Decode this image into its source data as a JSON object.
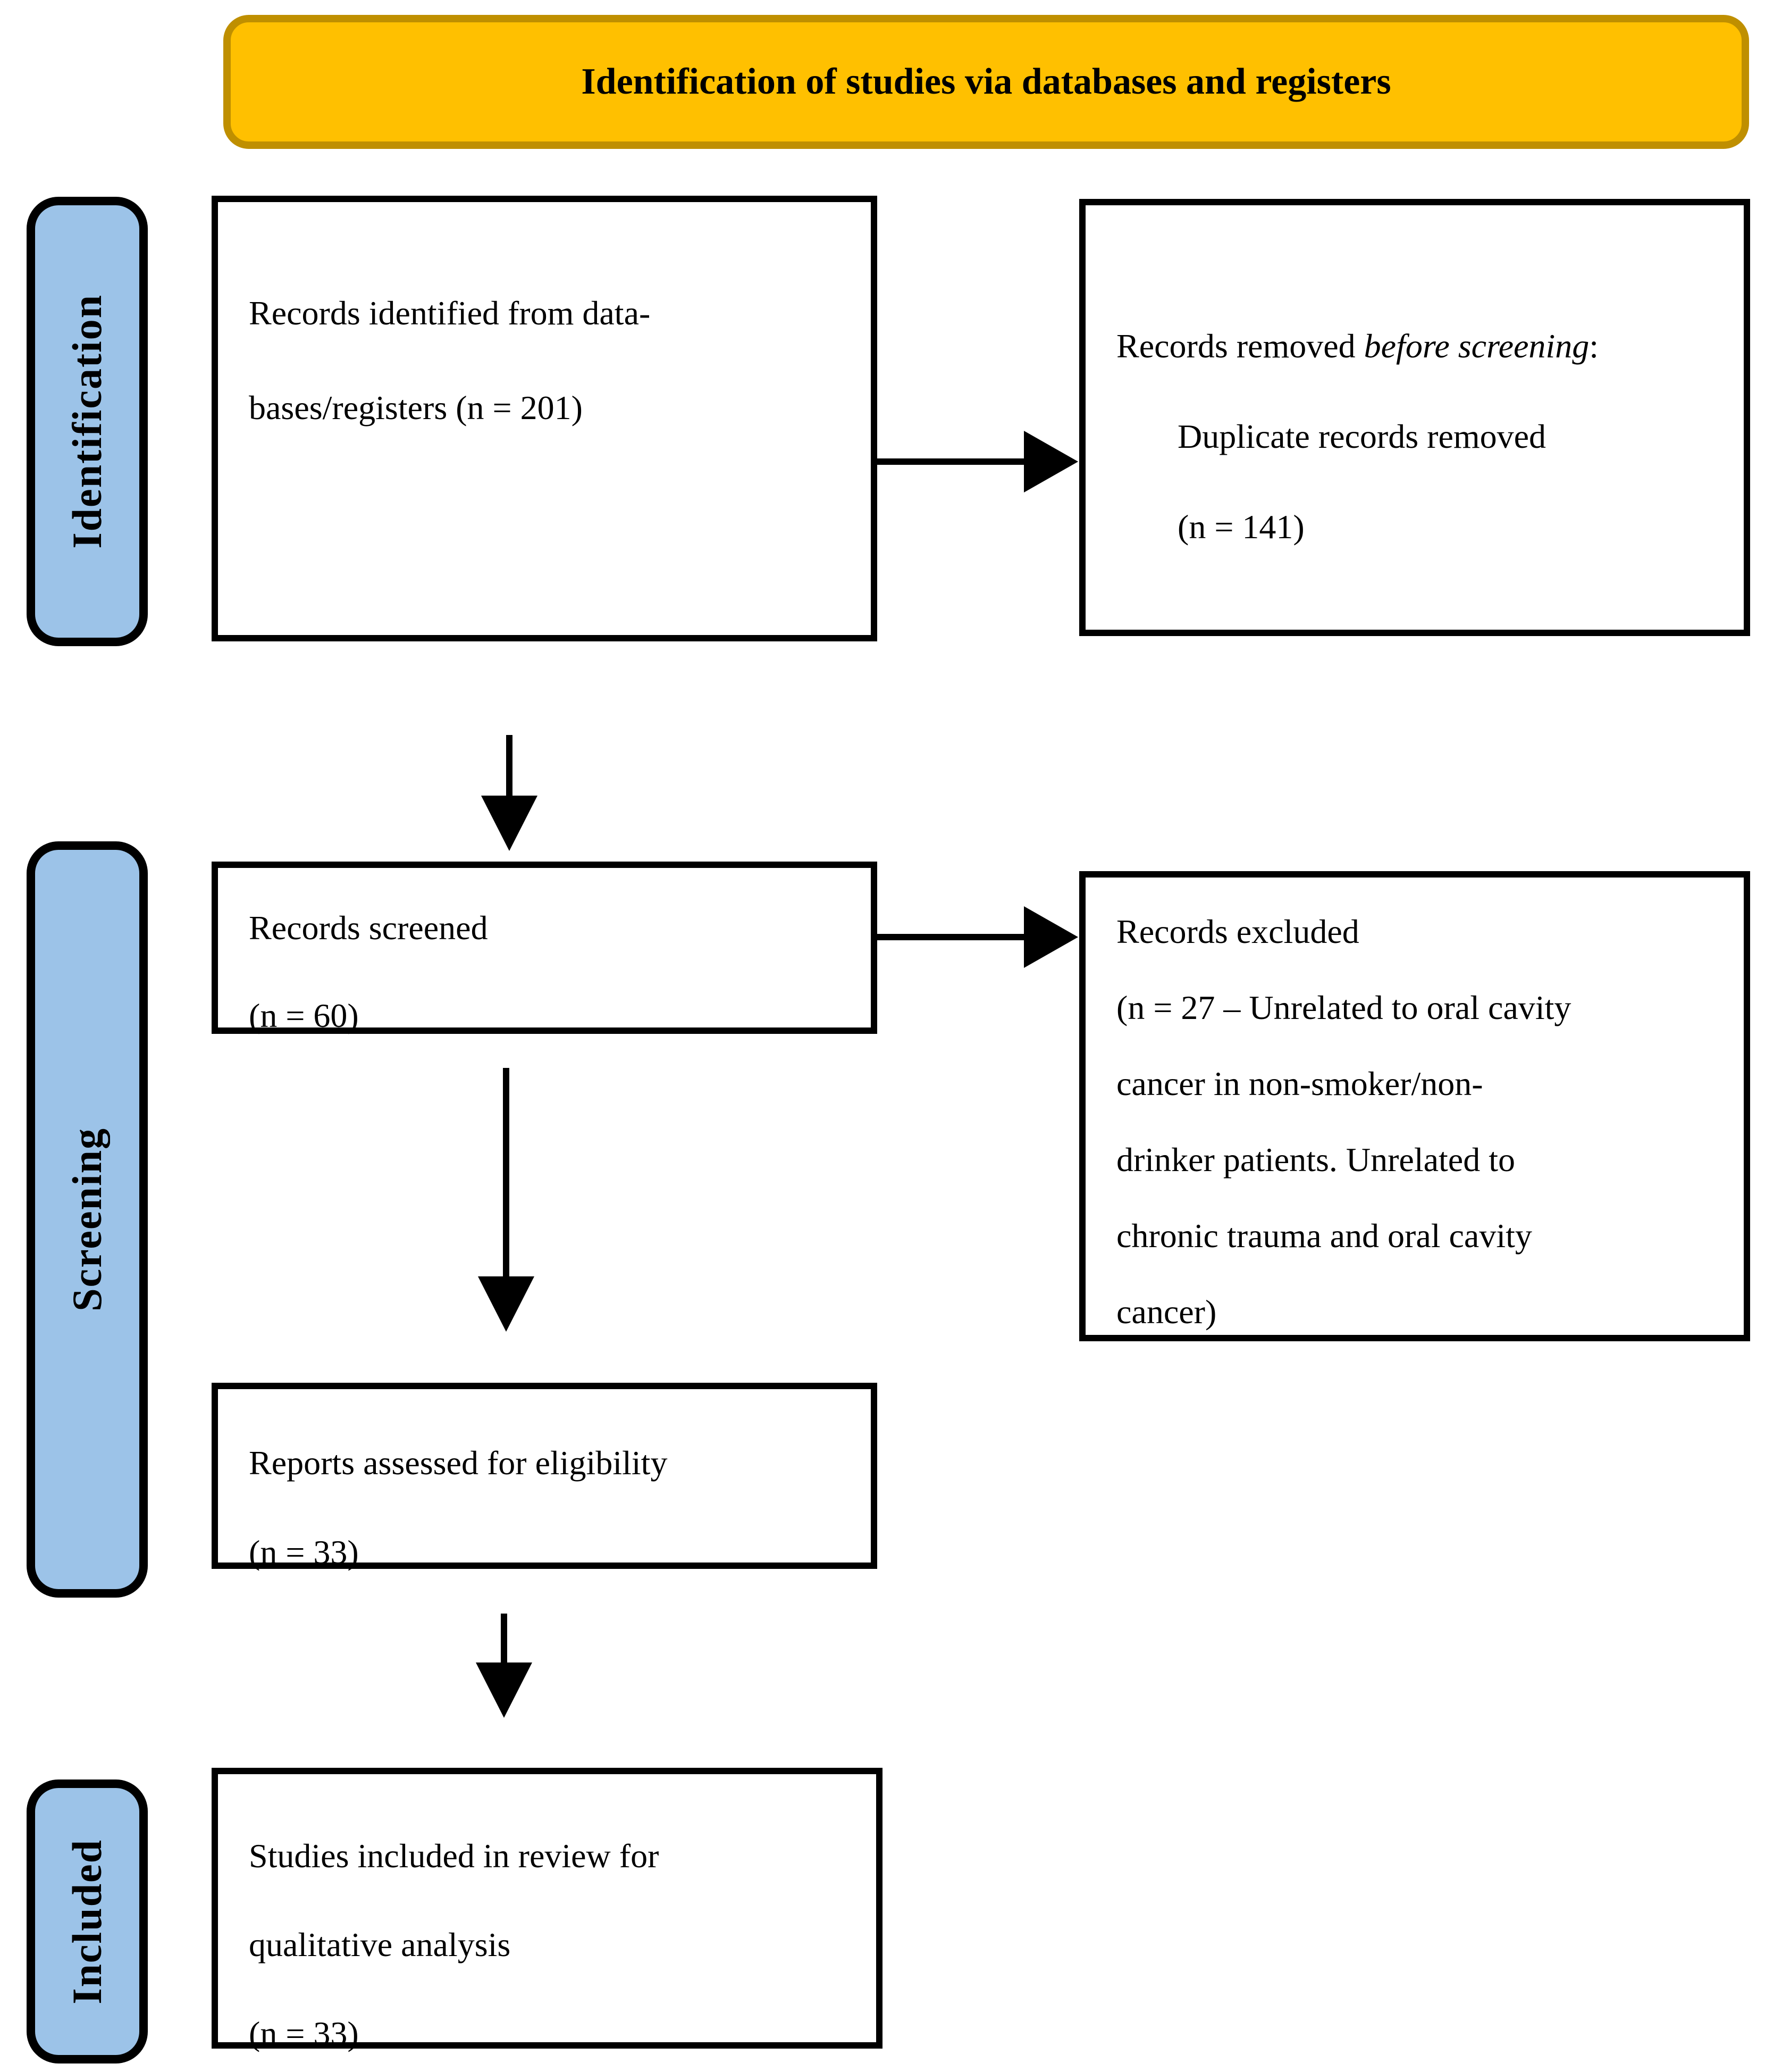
{
  "banner": {
    "title": "Identification of studies via databases and registers"
  },
  "sidebar": {
    "identification": "Identification",
    "screening": "Screening",
    "included": "Included"
  },
  "boxes": {
    "records_identified": {
      "line1": "Records identified from data-",
      "line2": "bases/registers (n = 201)"
    },
    "records_removed": {
      "line1_prefix": "Records removed ",
      "line1_italic": "before screening",
      "line1_suffix": ":",
      "line2": "Duplicate records removed",
      "line3": "(n = 141)"
    },
    "records_screened": {
      "line1": "Records screened",
      "line2": "(n = 60)"
    },
    "records_excluded": {
      "line1": "Records excluded",
      "line2": "(n = 27 – Unrelated to oral cavity",
      "line3": "cancer in non-smoker/non-",
      "line4": "drinker patients. Unrelated to",
      "line5": "chronic trauma and oral cavity",
      "line6": "cancer)"
    },
    "reports_assessed": {
      "line1": "Reports assessed for eligibility",
      "line2": "(n = 33)"
    },
    "studies_included": {
      "line1": "Studies included in review for",
      "line2": "qualitative analysis",
      "line3": "(n = 33)"
    }
  },
  "colors": {
    "banner_fill": "#FFC000",
    "banner_border": "#BF8F00",
    "stage_fill": "#9CC3E8",
    "box_border": "#000000",
    "arrow": "#000000",
    "text": "#000000"
  }
}
